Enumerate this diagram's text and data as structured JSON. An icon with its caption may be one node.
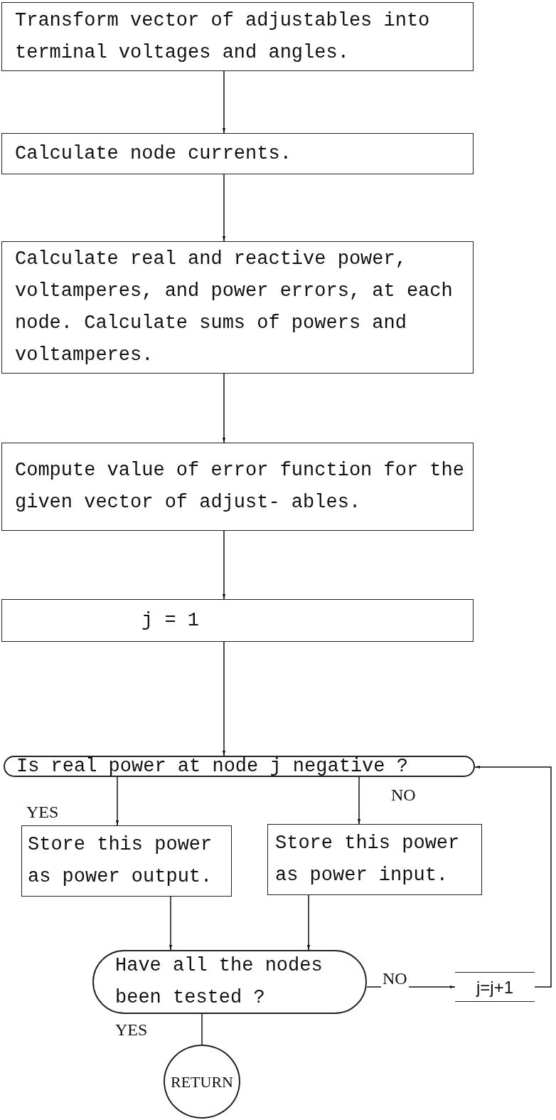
{
  "diagram": {
    "nodes": [
      {
        "text": [
          "Transform vector of adjustables into terminal voltages and angles."
        ]
      },
      {
        "text": [
          "Calculate node currents."
        ]
      },
      {
        "text": [
          "Calculate real and reactive power, voltamperes, and power errors, at each node. Calculate sums of powers and voltamperes."
        ]
      },
      {
        "text": [
          "Compute value of error function for the given vector of adjust- ables."
        ]
      },
      {
        "text": [
          "j = 1"
        ]
      },
      {
        "text": [
          "Is real power at node j negative ?"
        ]
      },
      {
        "text": [
          "Store this power as power output."
        ]
      },
      {
        "text": [
          "Store this power as power input."
        ]
      },
      {
        "text": [
          "Have all the nodes been tested ?"
        ]
      },
      {
        "text": [
          "j=j+1"
        ]
      },
      {
        "text": [
          "RETURN"
        ]
      }
    ],
    "edges": [
      {
        "from": 0,
        "to": 1,
        "arrow": "to"
      },
      {
        "from": 1,
        "to": 2,
        "arrow": "to"
      },
      {
        "from": 2,
        "to": 3,
        "arrow": "to"
      },
      {
        "from": 3,
        "to": 4,
        "arrow": "to"
      },
      {
        "from": 4,
        "to": 5,
        "arrow": "to"
      },
      {
        "from": 5,
        "to": 6,
        "arrow": "to",
        "label": "YES"
      },
      {
        "from": 5,
        "to": 7,
        "arrow": "to",
        "label": "NO"
      },
      {
        "from": 6,
        "to": 8,
        "arrow": "to"
      },
      {
        "from": 7,
        "to": 8,
        "arrow": "to"
      },
      {
        "from": 8,
        "to": 9,
        "arrow": "to",
        "label": "NO"
      },
      {
        "from": 9,
        "to": 5,
        "arrow": "to"
      },
      {
        "from": 8,
        "to": 10,
        "arrow": "none",
        "label": "YES"
      }
    ]
  }
}
